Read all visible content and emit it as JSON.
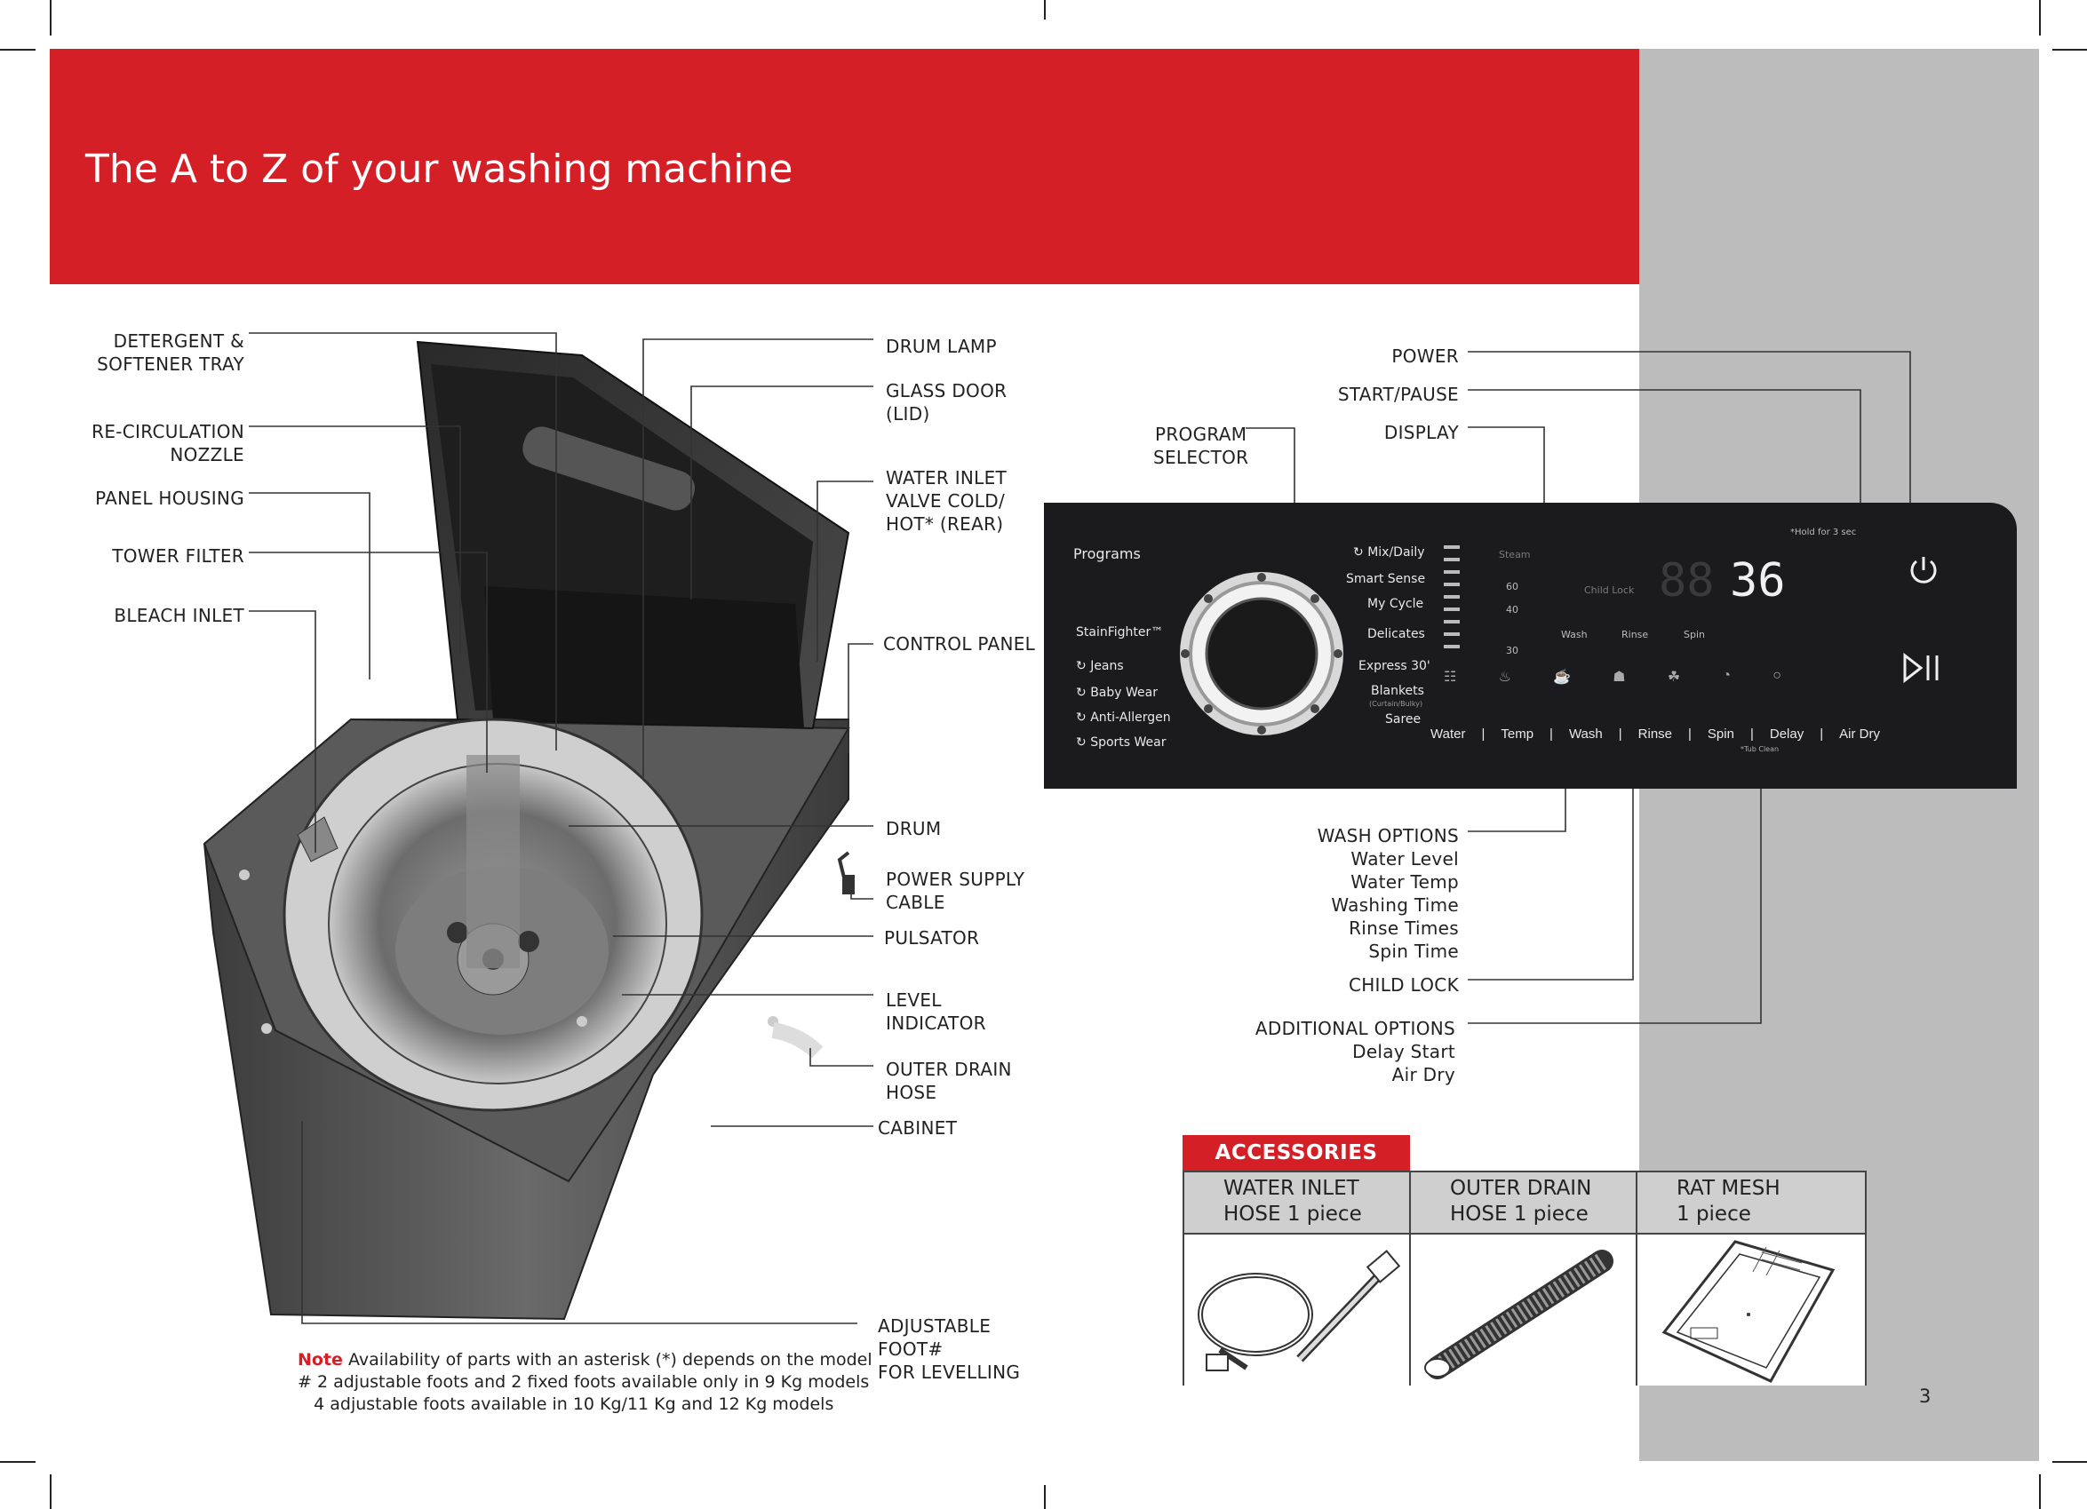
{
  "header": {
    "title": "The A to Z of your washing machine"
  },
  "machine_labels_left": [
    {
      "id": "detergent",
      "text": "DETERGENT &\nSOFTENER TRAY"
    },
    {
      "id": "recirc",
      "text": "RE-CIRCULATION\nNOZZLE"
    },
    {
      "id": "panel_housing",
      "text": "PANEL HOUSING"
    },
    {
      "id": "tower_filter",
      "text": "TOWER FILTER"
    },
    {
      "id": "bleach",
      "text": "BLEACH INLET"
    }
  ],
  "machine_labels_right": [
    {
      "id": "drum_lamp",
      "text": "DRUM LAMP"
    },
    {
      "id": "glass_door",
      "text": "GLASS DOOR\n(LID)"
    },
    {
      "id": "water_inlet_valve",
      "text": "WATER INLET\nVALVE COLD/\nHOT* (REAR)"
    },
    {
      "id": "control_panel",
      "text": "CONTROL PANEL"
    },
    {
      "id": "drum",
      "text": "DRUM"
    },
    {
      "id": "power_cable",
      "text": "POWER SUPPLY\nCABLE"
    },
    {
      "id": "pulsator",
      "text": "PULSATOR"
    },
    {
      "id": "level_indicator",
      "text": "LEVEL\nINDICATOR"
    },
    {
      "id": "outer_drain",
      "text": "OUTER DRAIN\nHOSE"
    },
    {
      "id": "cabinet",
      "text": "CABINET"
    },
    {
      "id": "adjustable_foot",
      "text": "ADJUSTABLE\nFOOT#\nFOR LEVELLING"
    }
  ],
  "panel_labels": {
    "power": "POWER",
    "start_pause": "START/PAUSE",
    "display": "DISPLAY",
    "program_selector": "PROGRAM\nSELECTOR",
    "wash_options": "WASH OPTIONS\nWater Level\nWater Temp\nWashing Time\nRinse Times\nSpin Time",
    "child_lock": "CHILD LOCK",
    "additional_options": "ADDITIONAL OPTIONS\nDelay Start\nAir Dry"
  },
  "control_panel": {
    "programs_title": "Programs",
    "hold_note": "*Hold for 3 sec",
    "left_programs": [
      "StainFighter™",
      "Jeans",
      "Baby Wear",
      "Anti-Allergen",
      "Sports Wear"
    ],
    "right_programs": [
      "Mix/Daily",
      "Smart Sense",
      "My Cycle",
      "Delicates",
      "Express 30'",
      "Blankets",
      "Saree"
    ],
    "blankets_sub": "(Curtain/Bulky)",
    "display_value": "36",
    "display_ghost": "88",
    "level_labels": [
      "Steam",
      "60",
      "40",
      "30"
    ],
    "option_buttons": [
      "Water",
      "Temp",
      "Wash",
      "Rinse",
      "Spin",
      "Delay",
      "Air Dry"
    ],
    "tub_clean": "*Tub Clean",
    "small_labels": [
      "Wash",
      "Rinse",
      "Spin"
    ],
    "child_lock_small": "Child Lock"
  },
  "accessories": {
    "title": "ACCESSORIES",
    "items": [
      {
        "name": "WATER INLET\nHOSE 1 piece"
      },
      {
        "name": "OUTER DRAIN\nHOSE 1 piece"
      },
      {
        "name": "RAT MESH\n1 piece"
      }
    ]
  },
  "note": {
    "label": "Note",
    "line1": " Availability of parts with an asterisk (*) depends on the model",
    "line2": "# 2 adjustable foots and 2 fixed foots available only in 9 Kg models",
    "line3": "   4 adjustable foots available in 10 Kg/11 Kg and 12 Kg models"
  },
  "page_number": "3",
  "colors": {
    "brand_red": "#d41f26",
    "panel_bg": "#1b1b1d",
    "side_band": "#bcbcbc"
  }
}
